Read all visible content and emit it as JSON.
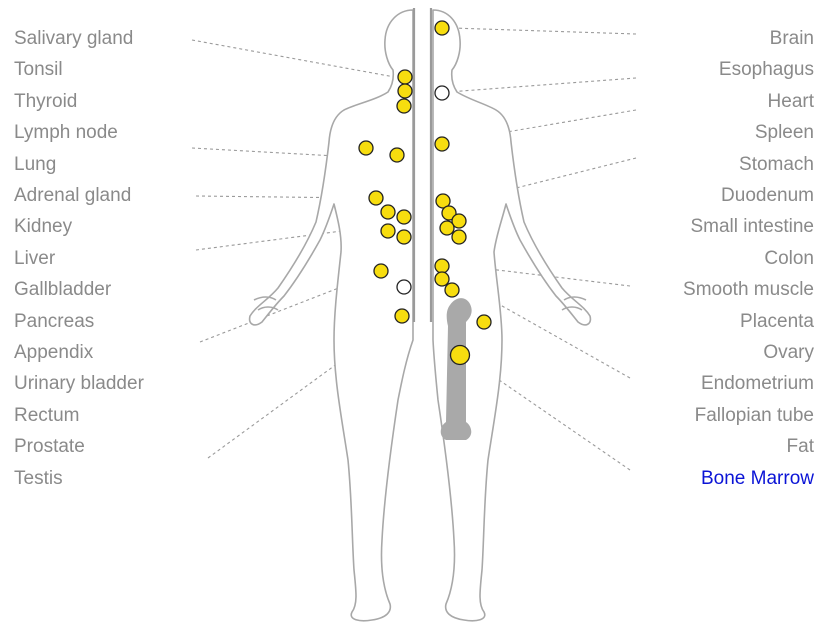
{
  "left_labels": [
    {
      "label": "Salivary gland"
    },
    {
      "label": "Tonsil"
    },
    {
      "label": "Thyroid"
    },
    {
      "label": "Lymph node"
    },
    {
      "label": "Lung"
    },
    {
      "label": "Adrenal gland"
    },
    {
      "label": "Kidney"
    },
    {
      "label": "Liver"
    },
    {
      "label": "Gallbladder"
    },
    {
      "label": "Pancreas"
    },
    {
      "label": "Appendix"
    },
    {
      "label": "Urinary bladder"
    },
    {
      "label": "Rectum"
    },
    {
      "label": "Prostate"
    },
    {
      "label": "Testis"
    }
  ],
  "right_labels": [
    {
      "label": "Brain"
    },
    {
      "label": "Esophagus"
    },
    {
      "label": "Heart"
    },
    {
      "label": "Spleen"
    },
    {
      "label": "Stomach"
    },
    {
      "label": "Duodenum"
    },
    {
      "label": "Small intestine"
    },
    {
      "label": "Colon"
    },
    {
      "label": "Smooth muscle"
    },
    {
      "label": "Placenta"
    },
    {
      "label": "Ovary"
    },
    {
      "label": "Endometrium"
    },
    {
      "label": "Fallopian tube"
    },
    {
      "label": "Fat"
    },
    {
      "label": "Bone Marrow",
      "selected": true
    }
  ],
  "colors": {
    "label_text": "#8a8a8a",
    "selected_text": "#0b14d6",
    "marker_fill": "#f7dd0f",
    "marker_empty": "#ffffff",
    "body_outline": "#a8a8a8",
    "bone": "#a9a9a9",
    "leader_line": "#9a9a9a"
  },
  "markers": [
    {
      "organ": "Salivary gland",
      "filled": true
    },
    {
      "organ": "Tonsil",
      "filled": true
    },
    {
      "organ": "Thyroid",
      "filled": true
    },
    {
      "organ": "Lymph node",
      "filled": true
    },
    {
      "organ": "Lung",
      "filled": true
    },
    {
      "organ": "Adrenal gland",
      "filled": true
    },
    {
      "organ": "Kidney",
      "filled": true
    },
    {
      "organ": "Kidney",
      "filled": true
    },
    {
      "organ": "Liver",
      "filled": true
    },
    {
      "organ": "Liver",
      "filled": true
    },
    {
      "organ": "Gallbladder",
      "filled": true
    },
    {
      "organ": "Pancreas",
      "filled": false
    },
    {
      "organ": "Appendix",
      "filled": true
    },
    {
      "organ": "Brain",
      "filled": true
    },
    {
      "organ": "Esophagus",
      "filled": false
    },
    {
      "organ": "Heart",
      "filled": true
    },
    {
      "organ": "Spleen",
      "filled": true
    },
    {
      "organ": "Stomach",
      "filled": true
    },
    {
      "organ": "Duodenum",
      "filled": true
    },
    {
      "organ": "Small intestine",
      "filled": true
    },
    {
      "organ": "Small intestine",
      "filled": true
    },
    {
      "organ": "Colon",
      "filled": true
    },
    {
      "organ": "Colon",
      "filled": true
    },
    {
      "organ": "Smooth muscle",
      "filled": true
    },
    {
      "organ": "Placenta",
      "filled": true
    },
    {
      "organ": "Bone Marrow",
      "filled": true
    }
  ]
}
